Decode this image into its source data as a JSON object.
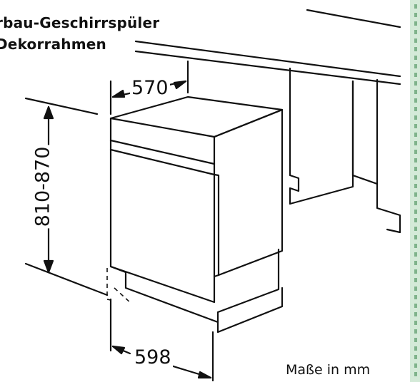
{
  "title": {
    "line1": "rbau-Geschirrspüler",
    "line2": "Dekorrahmen"
  },
  "dimensions": {
    "width": "570",
    "height": "810-870",
    "depth": "598"
  },
  "unit_note": "Maße in mm",
  "colors": {
    "ink": "#111111",
    "edge_strip": "#d4ead8",
    "edge_dash": "#7fb38b"
  }
}
